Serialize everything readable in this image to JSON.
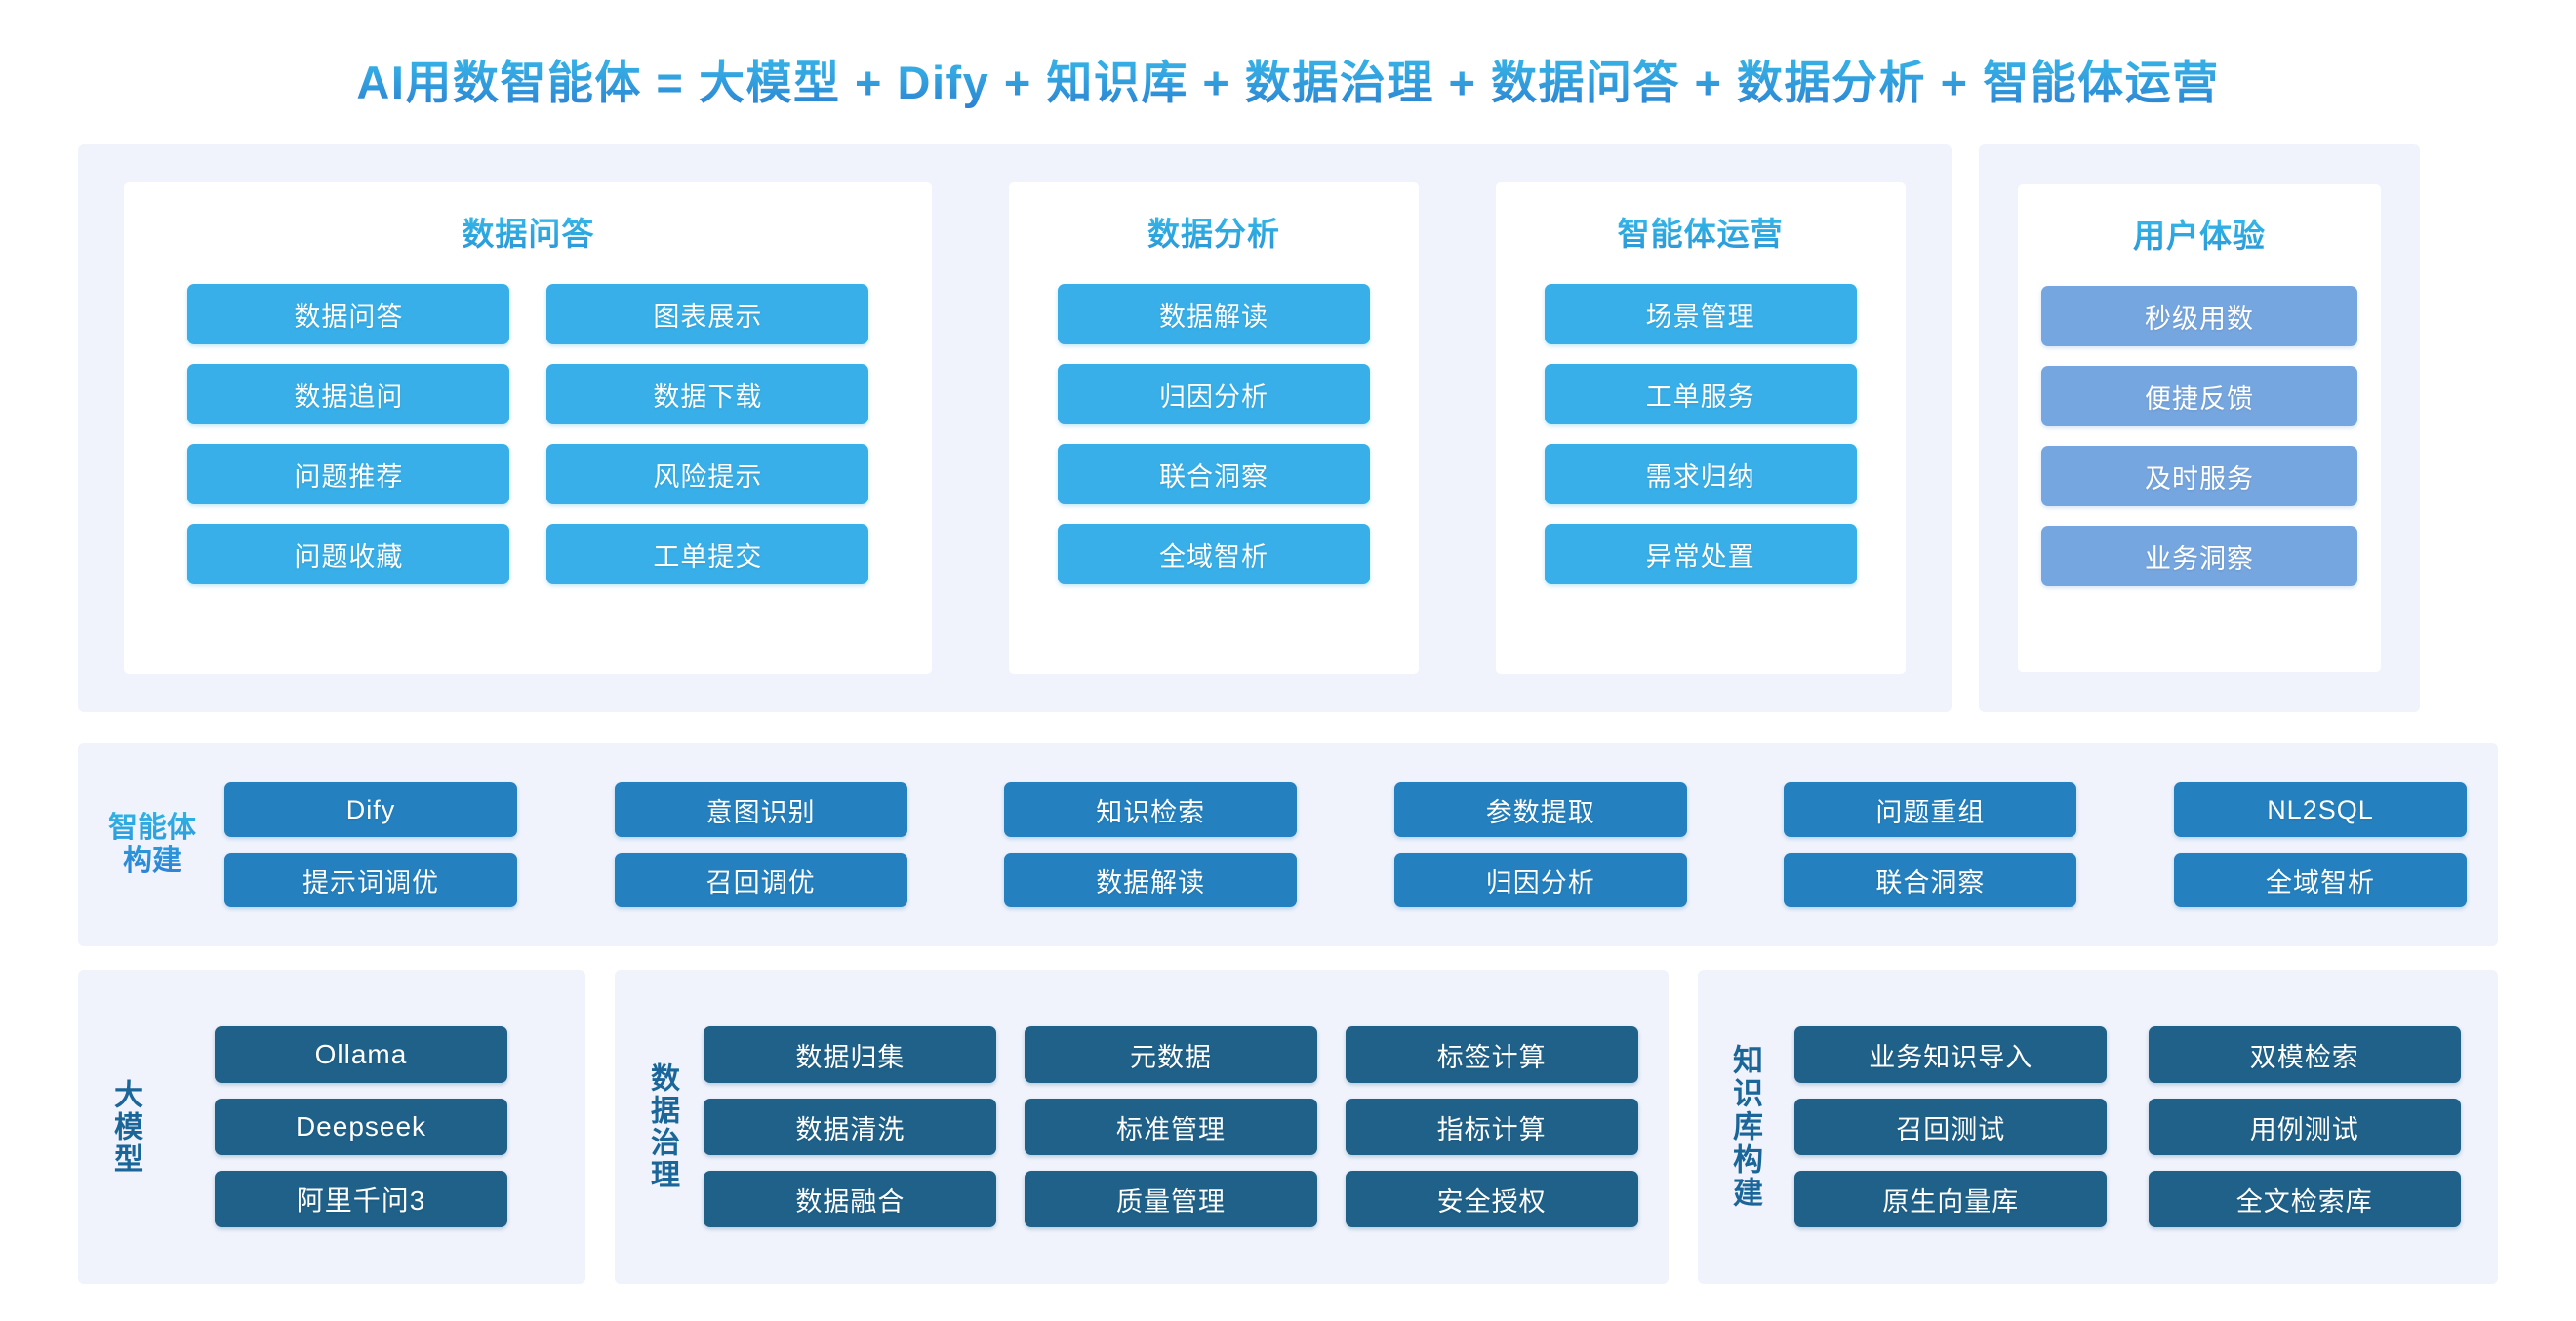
{
  "title": "AI用数智能体 = 大模型 + Dify + 知识库 + 数据治理 + 数据问答 + 数据分析 + 智能体运营",
  "colors": {
    "page_background": "#ffffff",
    "group_background": "#f0f3fc",
    "card_background": "#ffffff",
    "chip_light_blue": "#38afe8",
    "chip_ux_blue": "#76a6df",
    "chip_mid_blue": "#2480be",
    "chip_dark_blue": "#1f6189",
    "title_gradient_from": "#39b8ea",
    "title_gradient_to": "#2b7fd0",
    "panel_title_color": "#2ba8e0",
    "side_label_dark": "#1a6699"
  },
  "top_region": {
    "panels": [
      {
        "id": "data-qa",
        "title": "数据问答",
        "columns": [
          [
            "数据问答",
            "数据追问",
            "问题推荐",
            "问题收藏"
          ],
          [
            "图表展示",
            "数据下载",
            "风险提示",
            "工单提交"
          ]
        ]
      },
      {
        "id": "data-analysis",
        "title": "数据分析",
        "columns": [
          [
            "数据解读",
            "归因分析",
            "联合洞察",
            "全域智析"
          ]
        ]
      },
      {
        "id": "agent-ops",
        "title": "智能体运营",
        "columns": [
          [
            "场景管理",
            "工单服务",
            "需求归纳",
            "异常处置"
          ]
        ]
      }
    ],
    "ux_panel": {
      "id": "user-experience",
      "title": "用户体验",
      "items": [
        "秒级用数",
        "便捷反馈",
        "及时服务",
        "业务洞察"
      ]
    }
  },
  "middle_region": {
    "label": "智能体\n构建",
    "columns": [
      {
        "top": "Dify",
        "bottom": "提示词调优"
      },
      {
        "top": "意图识别",
        "bottom": "召回调优"
      },
      {
        "top": "知识检索",
        "bottom": "数据解读"
      },
      {
        "top": "参数提取",
        "bottom": "归因分析"
      },
      {
        "top": "问题重组",
        "bottom": "联合洞察"
      },
      {
        "top": "NL2SQL",
        "bottom": "全域智析"
      }
    ]
  },
  "bottom_region": {
    "llm": {
      "label": "大模型",
      "items": [
        "Ollama",
        "Deepseek",
        "阿里千问3"
      ]
    },
    "governance": {
      "label": "数据治理",
      "columns": [
        [
          "数据归集",
          "数据清洗",
          "数据融合"
        ],
        [
          "元数据",
          "标准管理",
          "质量管理"
        ],
        [
          "标签计算",
          "指标计算",
          "安全授权"
        ]
      ]
    },
    "knowledge_base": {
      "label": "知识库构建",
      "columns": [
        [
          "业务知识导入",
          "召回测试",
          "原生向量库"
        ],
        [
          "双模检索",
          "用例测试",
          "全文检索库"
        ]
      ]
    }
  }
}
